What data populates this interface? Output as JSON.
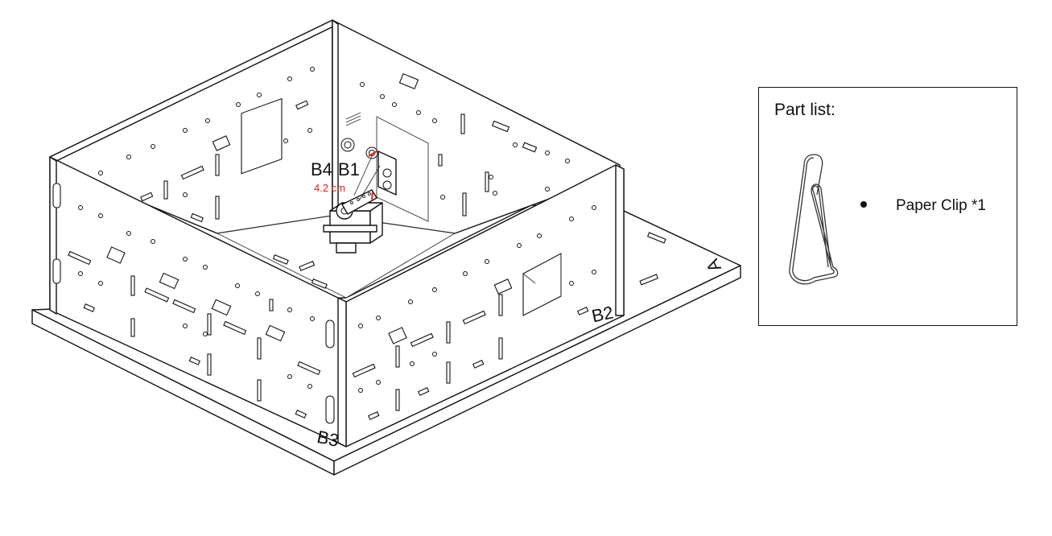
{
  "diagram": {
    "panel_labels": {
      "b1": "B1",
      "b2": "B2",
      "b3": "B3",
      "b4": "B4",
      "a": "A"
    },
    "measurement": {
      "text": "4.2 cm",
      "color": "#e8211b"
    }
  },
  "part_list": {
    "title": "Part list:",
    "items": [
      {
        "name": "Paper Clip *1",
        "icon": "paper-clip-icon"
      }
    ]
  }
}
